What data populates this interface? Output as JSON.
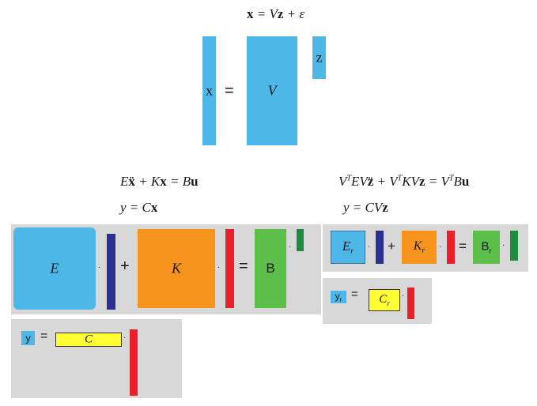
{
  "top": {
    "equation": {
      "lhs": "x",
      "eq": " = ",
      "v": "V",
      "z": "z",
      "plus": " + ",
      "eps": "ε"
    },
    "x_label": "x",
    "equals": "=",
    "v_label": "V",
    "z_label": "z"
  },
  "full_model": {
    "eq1": {
      "e": "E",
      "ddx": "ẍ",
      "plus": " + ",
      "k": "K",
      "x": "x",
      "eq": " = ",
      "b": "B",
      "u": "u"
    },
    "eq2": {
      "y": "y",
      "eq": " = ",
      "c": "C",
      "x": "x"
    },
    "block": {
      "e_label": "E",
      "plus": "+",
      "k_label": "K",
      "equals": "=",
      "b_label": "B"
    },
    "output": {
      "y_label": "y",
      "equals": "=",
      "c_label": "C"
    }
  },
  "reduced_model": {
    "eq1": {
      "v1": "V",
      "t1": "T",
      "e": "EV",
      "ddz": "z̈",
      "plus": " + ",
      "v2": "V",
      "t2": "T",
      "kv": "KV",
      "z": "z",
      "eq": " = ",
      "v3": "V",
      "t3": "T",
      "b": "B",
      "u": "u"
    },
    "eq2": {
      "y": "y",
      "eq": " = ",
      "cv": "CV",
      "z": "z"
    },
    "block": {
      "e_label": "E",
      "e_sub": "r",
      "plus": "+",
      "k_label": "K",
      "k_sub": "r",
      "equals": "=",
      "b_label": "B",
      "b_sub": "r"
    },
    "output": {
      "y_label": "y",
      "y_sub": "r",
      "equals": "=",
      "c_label": "C",
      "c_sub": "r"
    }
  },
  "dot": "·",
  "colors": {
    "blue": "#4db8e8",
    "orange": "#f7941d",
    "green": "#5bbf4a",
    "yellow": "#ffff33",
    "red": "#e8202a",
    "navy": "#2b2f91",
    "dark_green": "#1e8c3c",
    "panel": "#d8d8d8"
  }
}
